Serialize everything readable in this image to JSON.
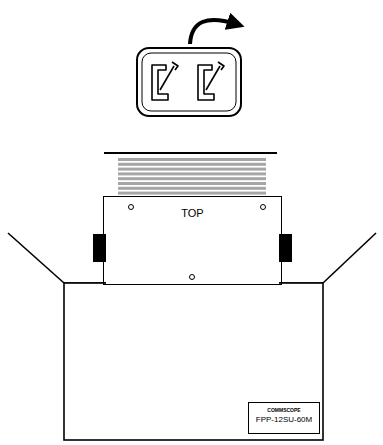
{
  "diagram": {
    "nodes": [
      {
        "text": [
          "TOP"
        ]
      },
      {
        "text": [
          "COMMSCOPE",
          "FPP-12SU-60M"
        ]
      }
    ]
  }
}
